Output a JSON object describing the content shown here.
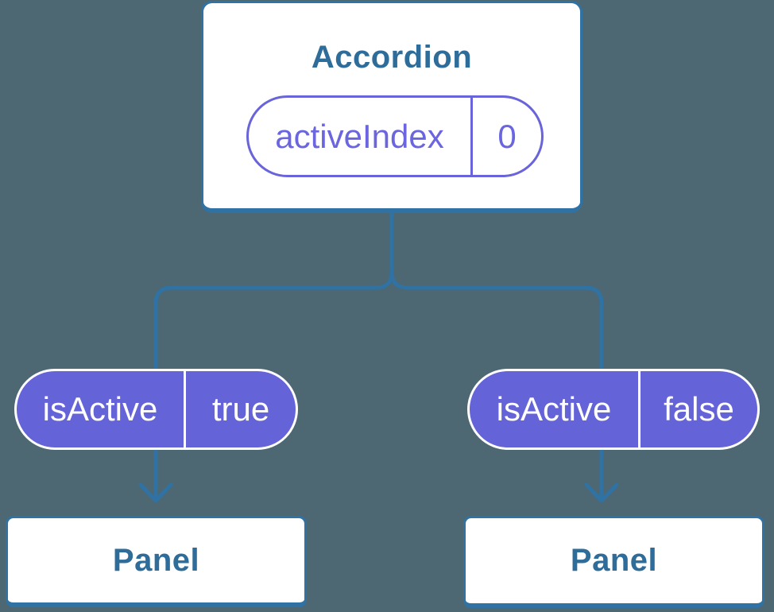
{
  "colors": {
    "background": "#4d6872",
    "stroke": "#2f72a3",
    "label_text": "#2e6c99",
    "pill_fill": "#6463d8",
    "pill_border": "#6a64da",
    "pill_text": "#6b66e0",
    "pill_text_on_fill": "#ffffff",
    "card_fill": "#ffffff"
  },
  "diagram": {
    "parent": {
      "title": "Accordion",
      "state": {
        "name": "activeIndex",
        "value": "0"
      }
    },
    "props": [
      {
        "name": "isActive",
        "value": "true"
      },
      {
        "name": "isActive",
        "value": "false"
      }
    ],
    "children": [
      {
        "title": "Panel"
      },
      {
        "title": "Panel"
      }
    ]
  }
}
